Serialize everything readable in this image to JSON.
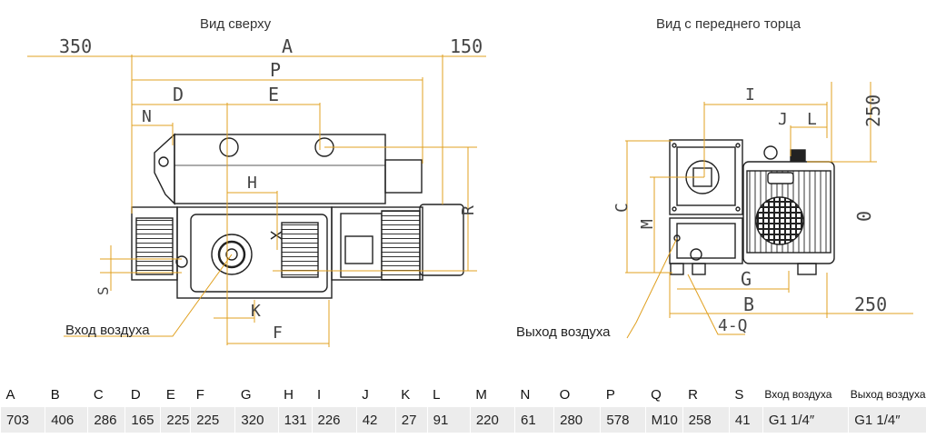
{
  "titles": {
    "top_view": "Вид сверху",
    "front_view": "Вид с переднего торца"
  },
  "dimension_letters": {
    "A": "A",
    "P": "P",
    "D": "D",
    "E": "E",
    "N": "N",
    "H": "H",
    "R": "R",
    "S": "S",
    "K": "K",
    "F": "F",
    "I": "I",
    "J": "J",
    "L": "L",
    "C": "C",
    "M": "M",
    "O": "O",
    "G": "G",
    "B": "B",
    "Q": "4-Q"
  },
  "dimension_values": {
    "left_clearance": "350",
    "right_clearance": "150",
    "top_clearance": "250",
    "side_clearance": "250",
    "zero_mark": "0"
  },
  "callouts": {
    "air_inlet": "Вход воздуха",
    "air_outlet": "Выход воздуха"
  },
  "table": {
    "headers": [
      "A",
      "B",
      "C",
      "D",
      "E",
      "F",
      "G",
      "H",
      "I",
      "J",
      "K",
      "L",
      "M",
      "N",
      "O",
      "P",
      "Q",
      "R",
      "S",
      "Вход воздуха",
      "Выход воздуха"
    ],
    "values": [
      "703",
      "406",
      "286",
      "165",
      "225",
      "225",
      "320",
      "131",
      "226",
      "42",
      "27",
      "91",
      "220",
      "61",
      "280",
      "578",
      "M10",
      "258",
      "41",
      "G1 1/4″",
      "G1 1/4″"
    ]
  }
}
